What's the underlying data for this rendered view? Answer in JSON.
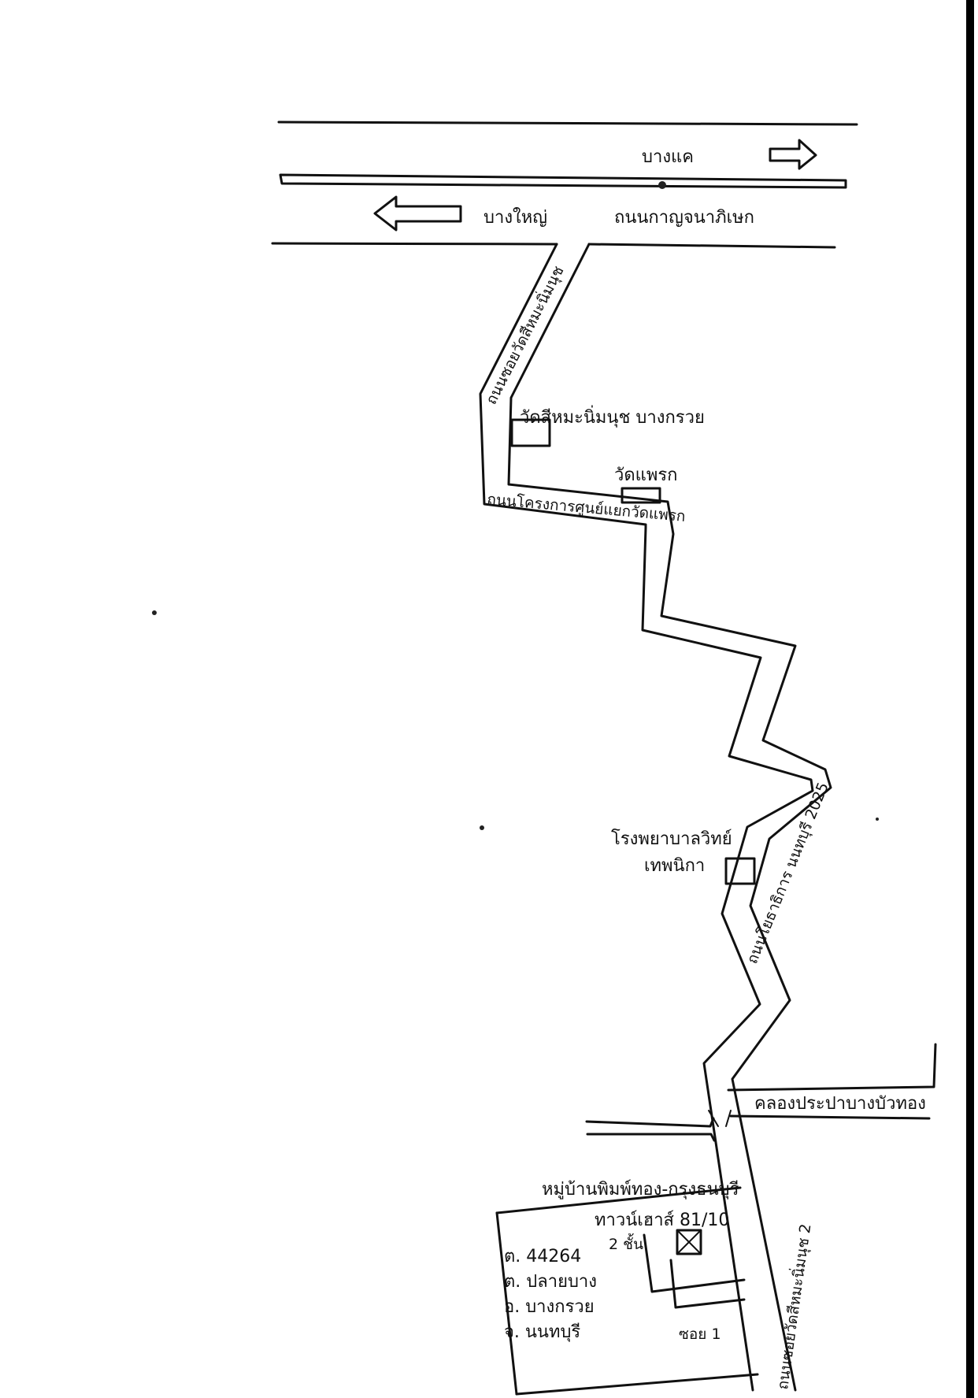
{
  "map": {
    "highway": {
      "name": "ถนนกาญจนาภิเษก",
      "direction_east": "บางแค",
      "direction_west": "บางใหญ่"
    },
    "roads": {
      "soi_1": "ถนนซอยวัดสีหมะนิ่มนุช",
      "road_2": "ถนนโครงการศูนย์แยกวัดแพรก",
      "road_3": "ถนนโยธาธิการ นนทบุรี 2025",
      "road_4": "ถนนซอยวัดสีหมะนิ่มนุช 2",
      "lane": "ซอย 1"
    },
    "landmarks": {
      "temple_1": "วัดสีหมะนิ่มนุช บางกรวย",
      "temple_2": "วัดแพรก",
      "school_line1": "โรงพยาบาลวิทย์",
      "school_line2": "เทพนิกา",
      "canal": "คลองประปาบางบัวทอง",
      "village": "หมู่บ้านพิมพ์ทอง-กรุงธนบุรี"
    },
    "destination": {
      "house_label": "ทาวน์เฮาส์ 81/10",
      "floors": "2 ชั้น",
      "address_lines": [
        "ต. 44264",
        "ต. ปลายบาง",
        "อ. บางกรวย",
        "จ. นนทบุรี"
      ]
    }
  },
  "colors": {
    "ink": "#111111",
    "paper": "#ffffff"
  }
}
